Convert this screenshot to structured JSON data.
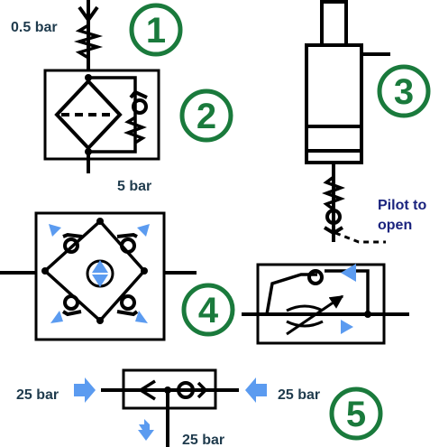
{
  "colors": {
    "line": "#000000",
    "badge": "#1a7a3c",
    "label": "#1f3b4d",
    "pilot_label": "#1a237e",
    "arrow": "#5b9bf0"
  },
  "labels": {
    "relief_setting": "0.5 bar",
    "reducer_setting": "5 bar",
    "pilot_note_line1": "Pilot to",
    "pilot_note_line2": "open",
    "port_left_pressure": "25 bar",
    "port_right_pressure": "25 bar",
    "port_bottom_pressure": "25 bar"
  },
  "badges": {
    "one": "1",
    "two": "2",
    "three": "3",
    "four": "4",
    "five": "5"
  }
}
